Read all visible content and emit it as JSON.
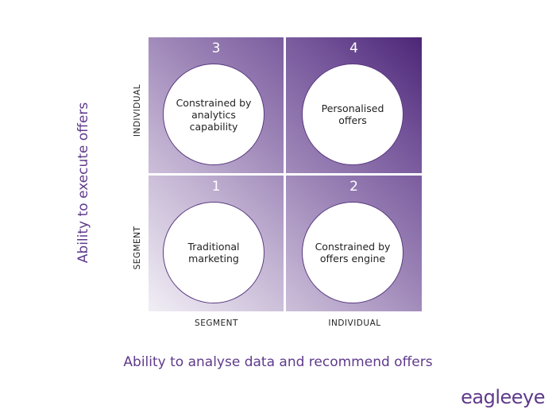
{
  "axes": {
    "y_title": "Ability to execute offers",
    "x_title": "Ability to analyse data and recommend offers",
    "y_levels": [
      "INDIVIDUAL",
      "SEGMENT"
    ],
    "x_levels": [
      "SEGMENT",
      "INDIVIDUAL"
    ]
  },
  "quadrants": [
    {
      "number": "3",
      "label": "Constrained by\nanalytics\ncapability"
    },
    {
      "number": "4",
      "label": "Personalised\noffers"
    },
    {
      "number": "1",
      "label": "Traditional\nmarketing"
    },
    {
      "number": "2",
      "label": "Constrained by\noffers engine"
    }
  ],
  "logo": "eagleeye",
  "colors": {
    "accent": "#5f3a8c",
    "dark": "#4c2677",
    "light": "#f1eef5"
  }
}
